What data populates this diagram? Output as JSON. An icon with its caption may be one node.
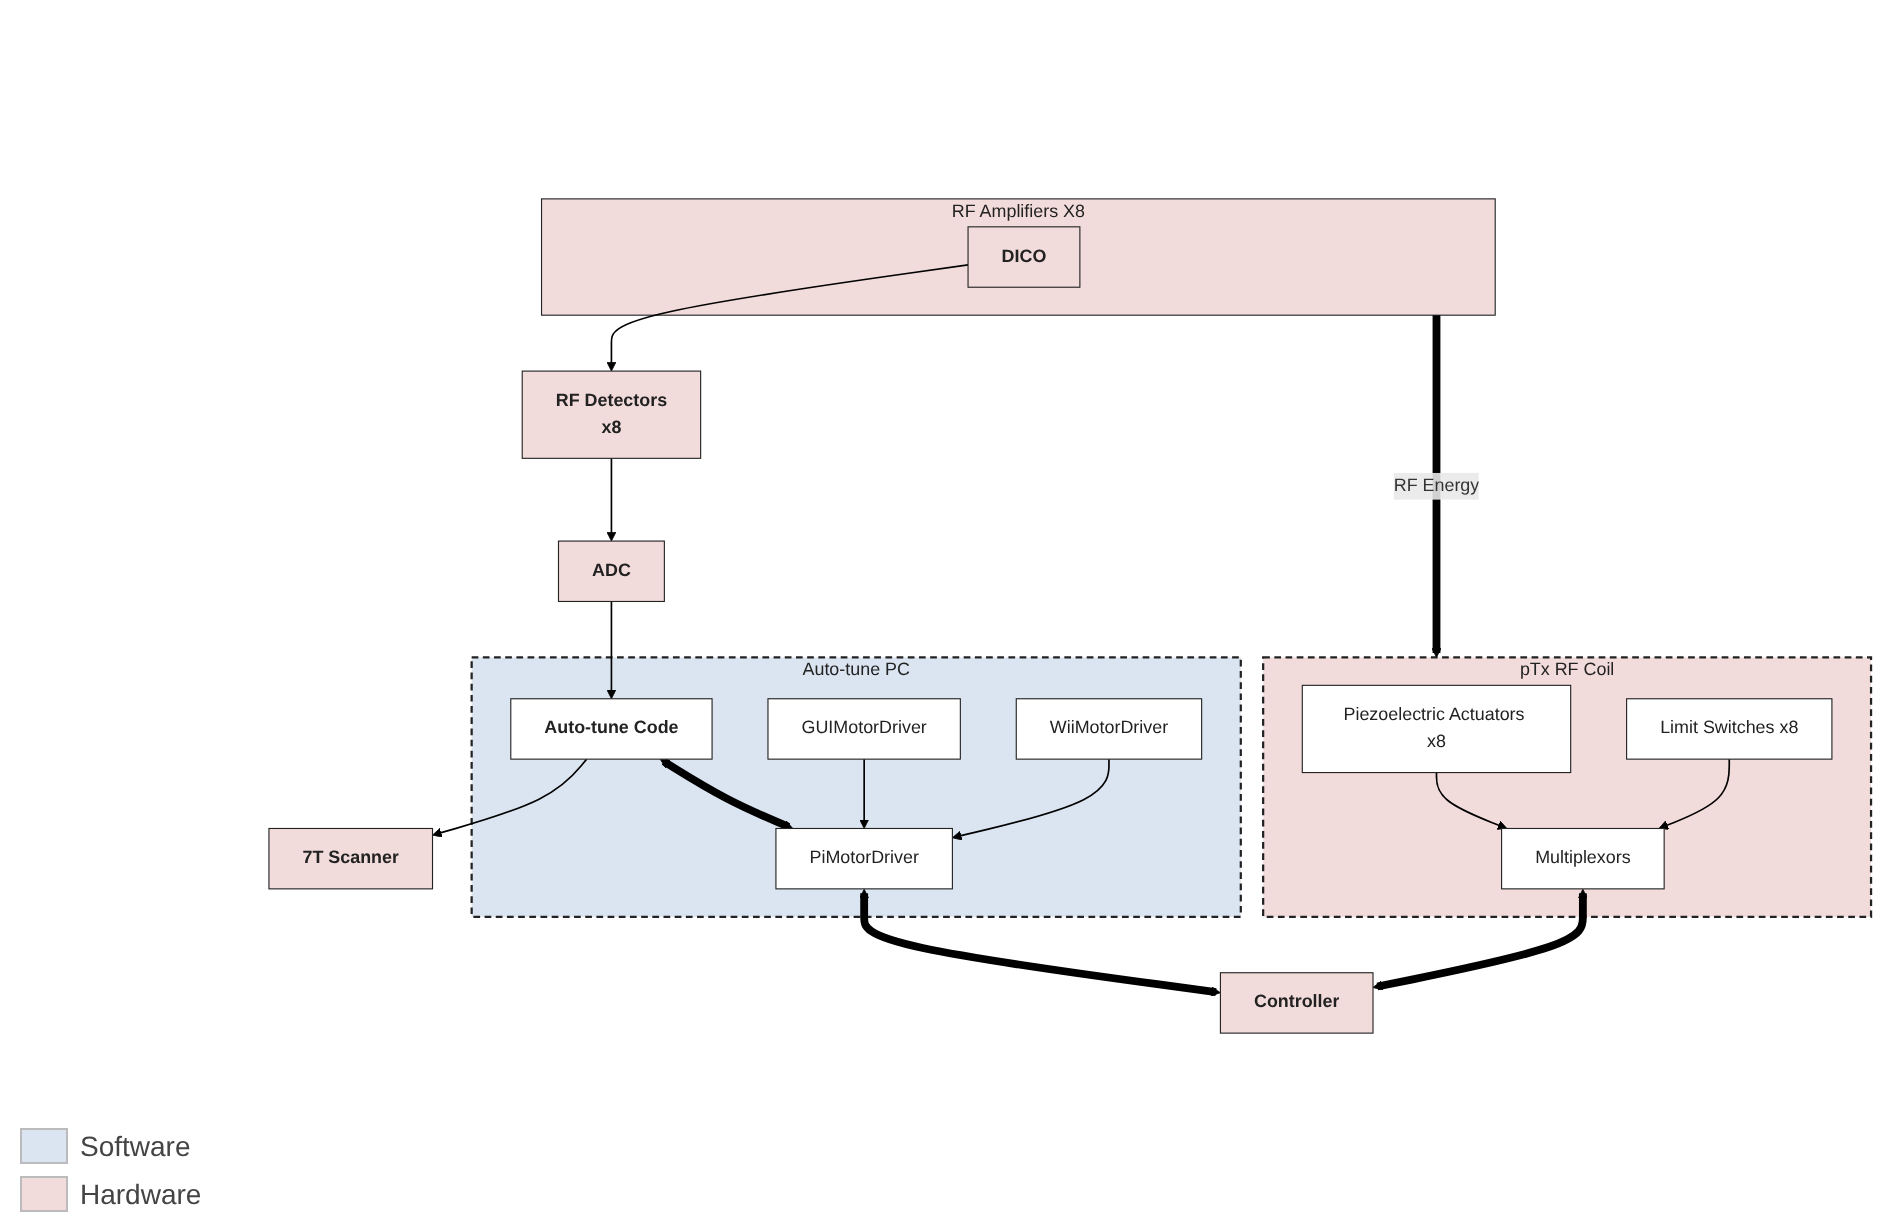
{
  "diagram": {
    "nodes": [
      {
        "text": [
          "Auto-tune PC"
        ]
      },
      {
        "text": [
          "Auto-tune Code"
        ],
        "in": 0
      },
      {
        "text": [
          "GUIMotorDriver"
        ],
        "in": 0
      },
      {
        "text": [
          "WiiMotorDriver"
        ],
        "in": 0
      },
      {
        "text": [
          "PiMotorDriver"
        ],
        "in": 0
      },
      {
        "text": [
          "7T Scanner"
        ]
      },
      {
        "text": [
          "ADC"
        ]
      },
      {
        "text": [
          "RF Amplifiers",
          "X8"
        ]
      },
      {
        "text": [
          "DICO"
        ],
        "in": 7
      },
      {
        "text": [
          "RF Detectors",
          "x8"
        ]
      },
      {
        "text": [
          "pTx RF Coil"
        ]
      },
      {
        "text": [
          "Piezoelectric Actuators x8"
        ],
        "in": 10
      },
      {
        "text": [
          "Limit Switches x8"
        ],
        "in": 10
      },
      {
        "text": [
          "Multiplexors"
        ],
        "in": 10
      },
      {
        "text": [
          "Controller"
        ]
      }
    ],
    "edges": [
      {
        "from": 1,
        "to": 5,
        "arrow": "to"
      },
      {
        "from": 6,
        "to": 1,
        "arrow": "to"
      },
      {
        "from": 8,
        "to": 9,
        "arrow": "to"
      },
      {
        "from": 9,
        "to": 6,
        "arrow": "to"
      },
      {
        "from": 7,
        "to": 10,
        "arrow": "to",
        "label": "RF Energy",
        "style": "thick"
      },
      {
        "from": 1,
        "to": 4,
        "arrow": "both",
        "style": "thick"
      },
      {
        "from": 2,
        "to": 4,
        "arrow": "to"
      },
      {
        "from": 3,
        "to": 4,
        "arrow": "to"
      },
      {
        "from": 11,
        "to": 13,
        "arrow": "to"
      },
      {
        "from": 12,
        "to": 13,
        "arrow": "to"
      },
      {
        "from": 4,
        "to": 14,
        "arrow": "both",
        "style": "thick"
      },
      {
        "from": 13,
        "to": 14,
        "arrow": "both",
        "style": "thick"
      }
    ],
    "legend": [
      {
        "text": "Software",
        "color": "#dbe5f1"
      },
      {
        "text": "Hardware",
        "color": "#f2dcdb"
      }
    ]
  }
}
